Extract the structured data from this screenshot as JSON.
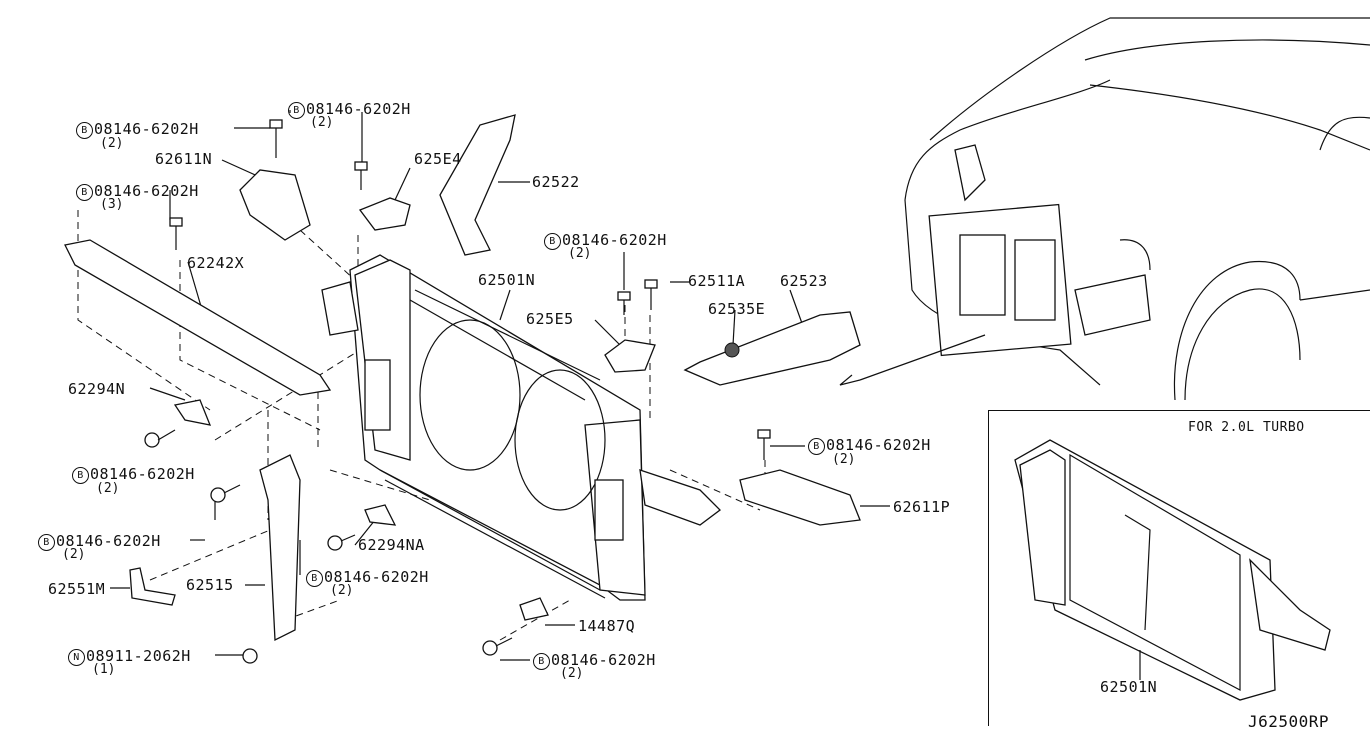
{
  "labels": {
    "p1": {
      "prefix": "B",
      "text": "08146-6202H",
      "qty": "(2)"
    },
    "p2": {
      "prefix": "B",
      "text": "08146-6202H",
      "qty": "(2)"
    },
    "p3": {
      "prefix": "B",
      "text": "08146-6202H",
      "qty": "(3)"
    },
    "p4": {
      "prefix": "B",
      "text": "08146-6202H",
      "qty": "(2)"
    },
    "p5": {
      "prefix": "B",
      "text": "08146-6202H",
      "qty": "(2)"
    },
    "p6": {
      "prefix": "B",
      "text": "08146-6202H",
      "qty": "(2)"
    },
    "p7": {
      "prefix": "B",
      "text": "08146-6202H",
      "qty": "(2)"
    },
    "p8": {
      "prefix": "B",
      "text": "08146-6202H",
      "qty": "(2)"
    },
    "p9": {
      "prefix": "B",
      "text": "08146-6202H",
      "qty": "(2)"
    },
    "n1": {
      "prefix": "N",
      "text": "08911-2062H",
      "qty": "(1)"
    },
    "l62611N": "62611N",
    "l625E4": "625E4",
    "l62522": "62522",
    "l62242X": "62242X",
    "l62501N": "62501N",
    "l62511A": "62511A",
    "l62523": "62523",
    "l62535E": "62535E",
    "l625E5": "625E5",
    "l62294N": "62294N",
    "l62294NA": "62294NA",
    "l62551M": "62551M",
    "l62515": "62515",
    "l14487Q": "14487Q",
    "l62611P": "62611P",
    "inset_title": "FOR 2.0L TURBO",
    "inset_part": "62501N",
    "diagram_code": "J62500RP"
  }
}
